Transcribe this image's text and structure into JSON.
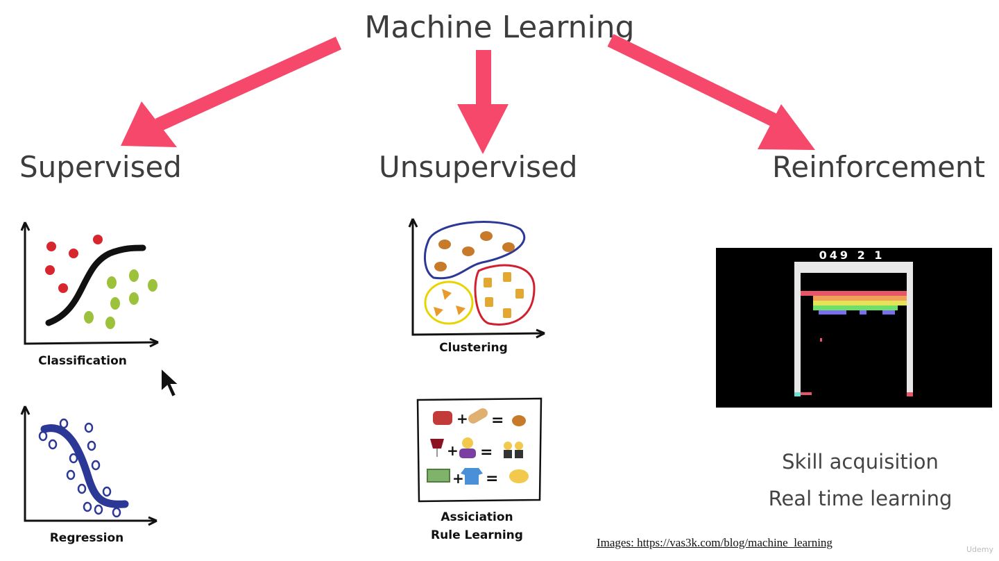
{
  "title": "Machine Learning",
  "categories": {
    "supervised": "Supervised",
    "unsupervised": "Unsupervised",
    "reinforcement": "Reinforcement"
  },
  "captions": {
    "classification": "Classification",
    "regression": "Regression",
    "clustering": "Clustering",
    "association": [
      "Assiciation",
      "Rule Learning"
    ]
  },
  "game": {
    "score": "049 2 1"
  },
  "reinforcement_notes": [
    "Skill acquisition",
    "Real time learning"
  ],
  "credit": "Images: https://vas3k.com/blog/machine_learning",
  "brand": "Udemy",
  "colors": {
    "arrow": "#f5486a",
    "regression": "#2b3896",
    "cluster_blue": "#2b3896",
    "cluster_red": "#d11f2f",
    "cluster_yellow": "#e8d400"
  }
}
